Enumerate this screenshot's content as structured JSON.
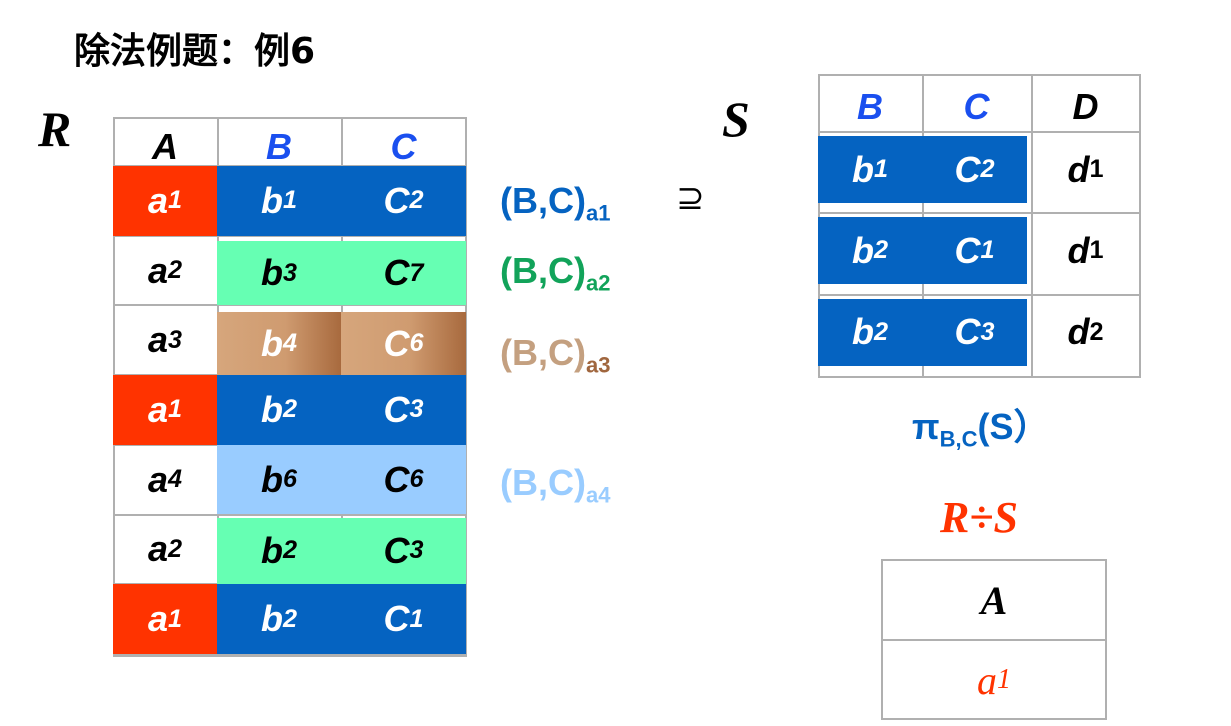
{
  "title": "除法例题：例6",
  "r_label": "R",
  "s_label": "S",
  "superset_symbol": "⊇",
  "r_table": {
    "headers": [
      "A",
      "B",
      "C"
    ],
    "rows": [
      {
        "a": "a",
        "a_sub": "1",
        "b": "b",
        "b_sub": "1",
        "c": "C",
        "c_sub": "2"
      },
      {
        "a": "a",
        "a_sub": "2",
        "b": "b",
        "b_sub": "3",
        "c": "C",
        "c_sub": "7"
      },
      {
        "a": "a",
        "a_sub": "3",
        "b": "b",
        "b_sub": "4",
        "c": "C",
        "c_sub": "6"
      },
      {
        "a": "a",
        "a_sub": "1",
        "b": "b",
        "b_sub": "2",
        "c": "C",
        "c_sub": "3"
      },
      {
        "a": "a",
        "a_sub": "4",
        "b": "b",
        "b_sub": "6",
        "c": "C",
        "c_sub": "6"
      },
      {
        "a": "a",
        "a_sub": "2",
        "b": "b",
        "b_sub": "2",
        "c": "C",
        "c_sub": "3"
      },
      {
        "a": "a",
        "a_sub": "1",
        "b": "b",
        "b_sub": "2",
        "c": "C",
        "c_sub": "1"
      }
    ]
  },
  "image_sets": [
    {
      "text": "(B,C)",
      "sub": "a1",
      "color": "#0563c1"
    },
    {
      "text": "(B,C)",
      "sub": "a2",
      "color": "#12a35a"
    },
    {
      "text": "(B,C)",
      "sub": "a3",
      "color": "#c4a080"
    },
    {
      "text": "(B,C)",
      "sub": "a4",
      "color": "#99ccff"
    }
  ],
  "s_table": {
    "headers": [
      "B",
      "C",
      "D"
    ],
    "rows": [
      {
        "b": "b",
        "b_sub": "1",
        "c": "C",
        "c_sub": "2",
        "d": "d",
        "d_sub": "1"
      },
      {
        "b": "b",
        "b_sub": "2",
        "c": "C",
        "c_sub": "1",
        "d": "d",
        "d_sub": "1"
      },
      {
        "b": "b",
        "b_sub": "2",
        "c": "C",
        "c_sub": "3",
        "d": "d",
        "d_sub": "2"
      }
    ]
  },
  "projection": {
    "pi": "π",
    "sub": "B,C",
    "arg": "(S）"
  },
  "division_label": "R÷S",
  "result_table": {
    "header": "A",
    "value": "a",
    "value_sub": "1"
  },
  "colors": {
    "red": "#ff3300",
    "blue": "#0563c1",
    "green": "#66ffb3",
    "lightblue": "#99ccff",
    "brown": "#b07a4c",
    "header_blue": "#1a4fef",
    "result_red": "#ff3300"
  }
}
